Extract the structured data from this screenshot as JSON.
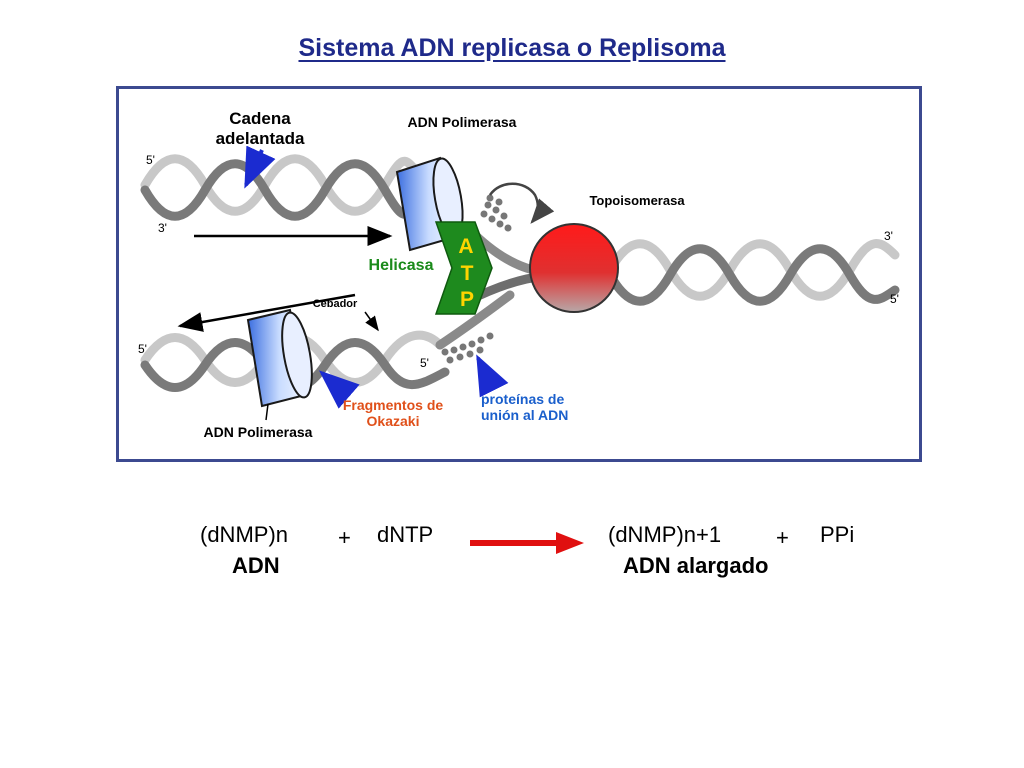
{
  "title": "Sistema ADN replicasa o Replisoma",
  "diagram": {
    "labels": {
      "cadena_adelantada": "Cadena adelantada",
      "adn_polimerasa_top": "ADN Polimerasa",
      "topoisomerasa": "Topoisomerasa",
      "helicasa": "Helicasa",
      "cebador": "Cebador",
      "atp_a": "A",
      "atp_t": "T",
      "atp_p": "P",
      "adn_polimerasa_bottom": "ADN Polimerasa",
      "fragmentos": "Fragmentos de Okazaki",
      "proteinas": "proteínas de unión al ADN",
      "five_prime_top_left": "5'",
      "three_prime_top_left": "3'",
      "three_prime_right": "3'",
      "five_prime_right": "5'",
      "five_prime_bottom_left": "5'",
      "five_prime_bottom_mid": "5'"
    },
    "colors": {
      "title": "#1f2a8a",
      "frame": "#3c4a90",
      "helicasa": "#1a8a1a",
      "fragmentos": "#e0501a",
      "proteinas": "#1a5fcc",
      "atp_bg": "#1e8a1e",
      "atp_text": "#ffd400",
      "topoisomerasa": "#e02020",
      "polimerasa": "#7aa6f0",
      "dna": "#808080",
      "arrow": "#e01010"
    }
  },
  "equation": {
    "reactant1": "(dNMP)n",
    "plus1": "+",
    "reactant2": "dNTP",
    "product1": "(dNMP)n+1",
    "plus2": "+",
    "product2": "PPi",
    "reactant_label": "ADN",
    "product_label": "ADN alargado"
  }
}
